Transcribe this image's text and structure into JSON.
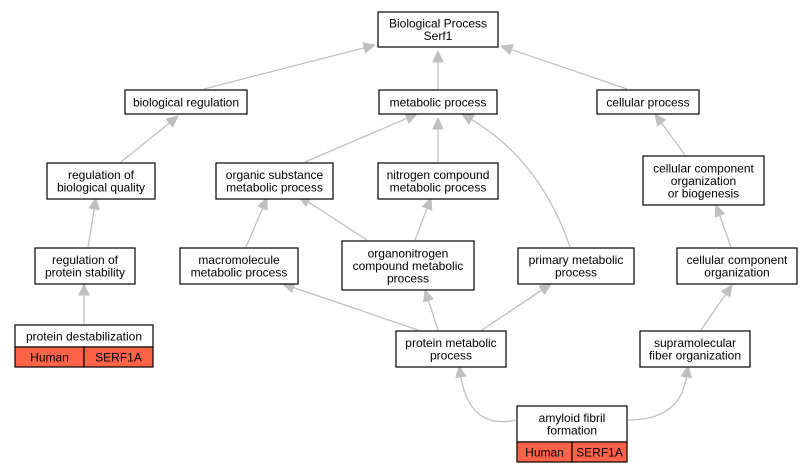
{
  "colors": {
    "edge": "#c0c0c0",
    "node_border": "#000000",
    "node_fill": "#ffffff",
    "annotation_fill": "#ff6347",
    "text": "#000000"
  },
  "nodes": {
    "root": {
      "lines": [
        "Biological Process",
        "Serf1"
      ]
    },
    "biological_regulation": {
      "lines": [
        "biological regulation"
      ]
    },
    "metabolic_process": {
      "lines": [
        "metabolic process"
      ]
    },
    "cellular_process": {
      "lines": [
        "cellular process"
      ]
    },
    "regulation_of_biological_quality": {
      "lines": [
        "regulation of",
        "biological quality"
      ]
    },
    "organic_substance_metabolic_process": {
      "lines": [
        "organic substance",
        "metabolic process"
      ]
    },
    "nitrogen_compound_metabolic_process": {
      "lines": [
        "nitrogen compound",
        "metabolic process"
      ]
    },
    "cellular_component_organization_or_biogenesis": {
      "lines": [
        "cellular component",
        "organization",
        "or biogenesis"
      ]
    },
    "regulation_of_protein_stability": {
      "lines": [
        "regulation of",
        "protein stability"
      ]
    },
    "macromolecule_metabolic_process": {
      "lines": [
        "macromolecule",
        "metabolic process"
      ]
    },
    "organonitrogen_compound_metabolic_process": {
      "lines": [
        "organonitrogen",
        "compound metabolic",
        "process"
      ]
    },
    "primary_metabolic_process": {
      "lines": [
        "primary metabolic",
        "process"
      ]
    },
    "cellular_component_organization": {
      "lines": [
        "cellular component",
        "organization"
      ]
    },
    "protein_destabilization": {
      "lines": [
        "protein destabilization"
      ],
      "annotation": [
        "Human",
        "SERF1A"
      ]
    },
    "protein_metabolic_process": {
      "lines": [
        "protein metabolic",
        "process"
      ]
    },
    "supramolecular_fiber_organization": {
      "lines": [
        "supramolecular",
        "fiber organization"
      ]
    },
    "amyloid_fibril_formation": {
      "lines": [
        "amyloid fibril",
        "formation"
      ],
      "annotation": [
        "Human",
        "SERF1A"
      ]
    }
  },
  "edges": [
    {
      "from": "biological_regulation",
      "to": "root"
    },
    {
      "from": "metabolic_process",
      "to": "root"
    },
    {
      "from": "cellular_process",
      "to": "root"
    },
    {
      "from": "regulation_of_biological_quality",
      "to": "biological_regulation"
    },
    {
      "from": "organic_substance_metabolic_process",
      "to": "metabolic_process"
    },
    {
      "from": "nitrogen_compound_metabolic_process",
      "to": "metabolic_process"
    },
    {
      "from": "primary_metabolic_process",
      "to": "metabolic_process"
    },
    {
      "from": "cellular_component_organization_or_biogenesis",
      "to": "cellular_process"
    },
    {
      "from": "regulation_of_protein_stability",
      "to": "regulation_of_biological_quality"
    },
    {
      "from": "macromolecule_metabolic_process",
      "to": "organic_substance_metabolic_process"
    },
    {
      "from": "organonitrogen_compound_metabolic_process",
      "to": "organic_substance_metabolic_process"
    },
    {
      "from": "organonitrogen_compound_metabolic_process",
      "to": "nitrogen_compound_metabolic_process"
    },
    {
      "from": "cellular_component_organization",
      "to": "cellular_component_organization_or_biogenesis"
    },
    {
      "from": "protein_destabilization",
      "to": "regulation_of_protein_stability"
    },
    {
      "from": "protein_metabolic_process",
      "to": "macromolecule_metabolic_process"
    },
    {
      "from": "protein_metabolic_process",
      "to": "organonitrogen_compound_metabolic_process"
    },
    {
      "from": "protein_metabolic_process",
      "to": "primary_metabolic_process"
    },
    {
      "from": "supramolecular_fiber_organization",
      "to": "cellular_component_organization"
    },
    {
      "from": "amyloid_fibril_formation",
      "to": "protein_metabolic_process"
    },
    {
      "from": "amyloid_fibril_formation",
      "to": "supramolecular_fiber_organization"
    }
  ]
}
